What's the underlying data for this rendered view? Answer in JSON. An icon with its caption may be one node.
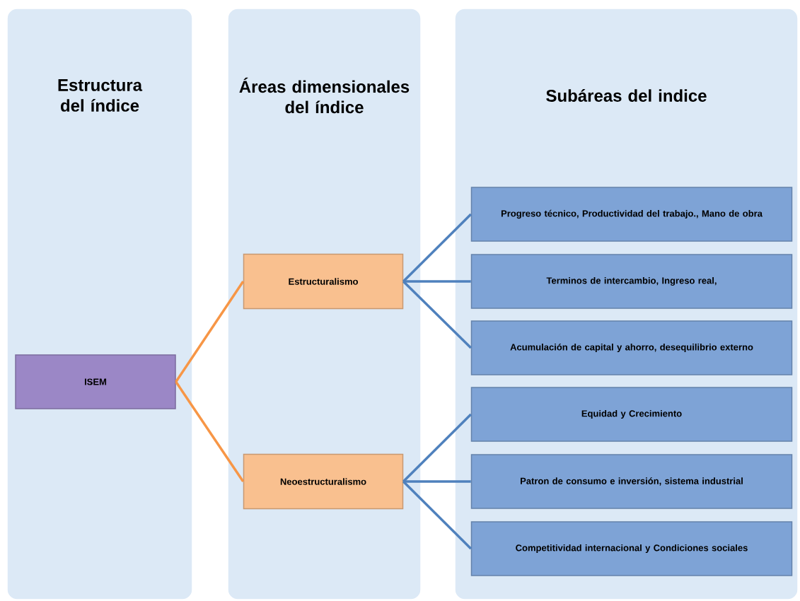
{
  "diagram": {
    "nodes": [
      {
        "text": [
          "Estructura del índice"
        ]
      },
      {
        "text": [
          "Áreas dimensionales del índice"
        ]
      },
      {
        "text": [
          "Subáreas del indice"
        ]
      },
      {
        "text": [
          "ISEM"
        ],
        "in": 0
      },
      {
        "text": [
          "Estructuralismo"
        ],
        "in": 1
      },
      {
        "text": [
          "Neoestructuralismo"
        ],
        "in": 1
      },
      {
        "text": [
          "Progreso técnico, Productividad del trabajo., Mano de obra"
        ],
        "in": 2
      },
      {
        "text": [
          "Terminos de intercambio, Ingreso real,"
        ],
        "in": 2
      },
      {
        "text": [
          "Acumulación de capital y ahorro, desequilibrio externo"
        ],
        "in": 2
      },
      {
        "text": [
          "Equidad y Crecimiento"
        ],
        "in": 2
      },
      {
        "text": [
          "Patron de consumo e inversión, sistema industrial"
        ],
        "in": 2
      },
      {
        "text": [
          "Competitividad internacional y Condiciones sociales"
        ],
        "in": 2
      }
    ],
    "edges": [
      {
        "from": 3,
        "to": 4,
        "arrow": "none",
        "color": "#f79646"
      },
      {
        "from": 3,
        "to": 5,
        "arrow": "none",
        "color": "#f79646"
      },
      {
        "from": 4,
        "to": 6,
        "arrow": "none"
      },
      {
        "from": 4,
        "to": 7,
        "arrow": "none"
      },
      {
        "from": 4,
        "to": 8,
        "arrow": "none"
      },
      {
        "from": 5,
        "to": 9,
        "arrow": "none"
      },
      {
        "from": 5,
        "to": 10,
        "arrow": "none"
      },
      {
        "from": 5,
        "to": 11,
        "arrow": "none"
      }
    ]
  }
}
